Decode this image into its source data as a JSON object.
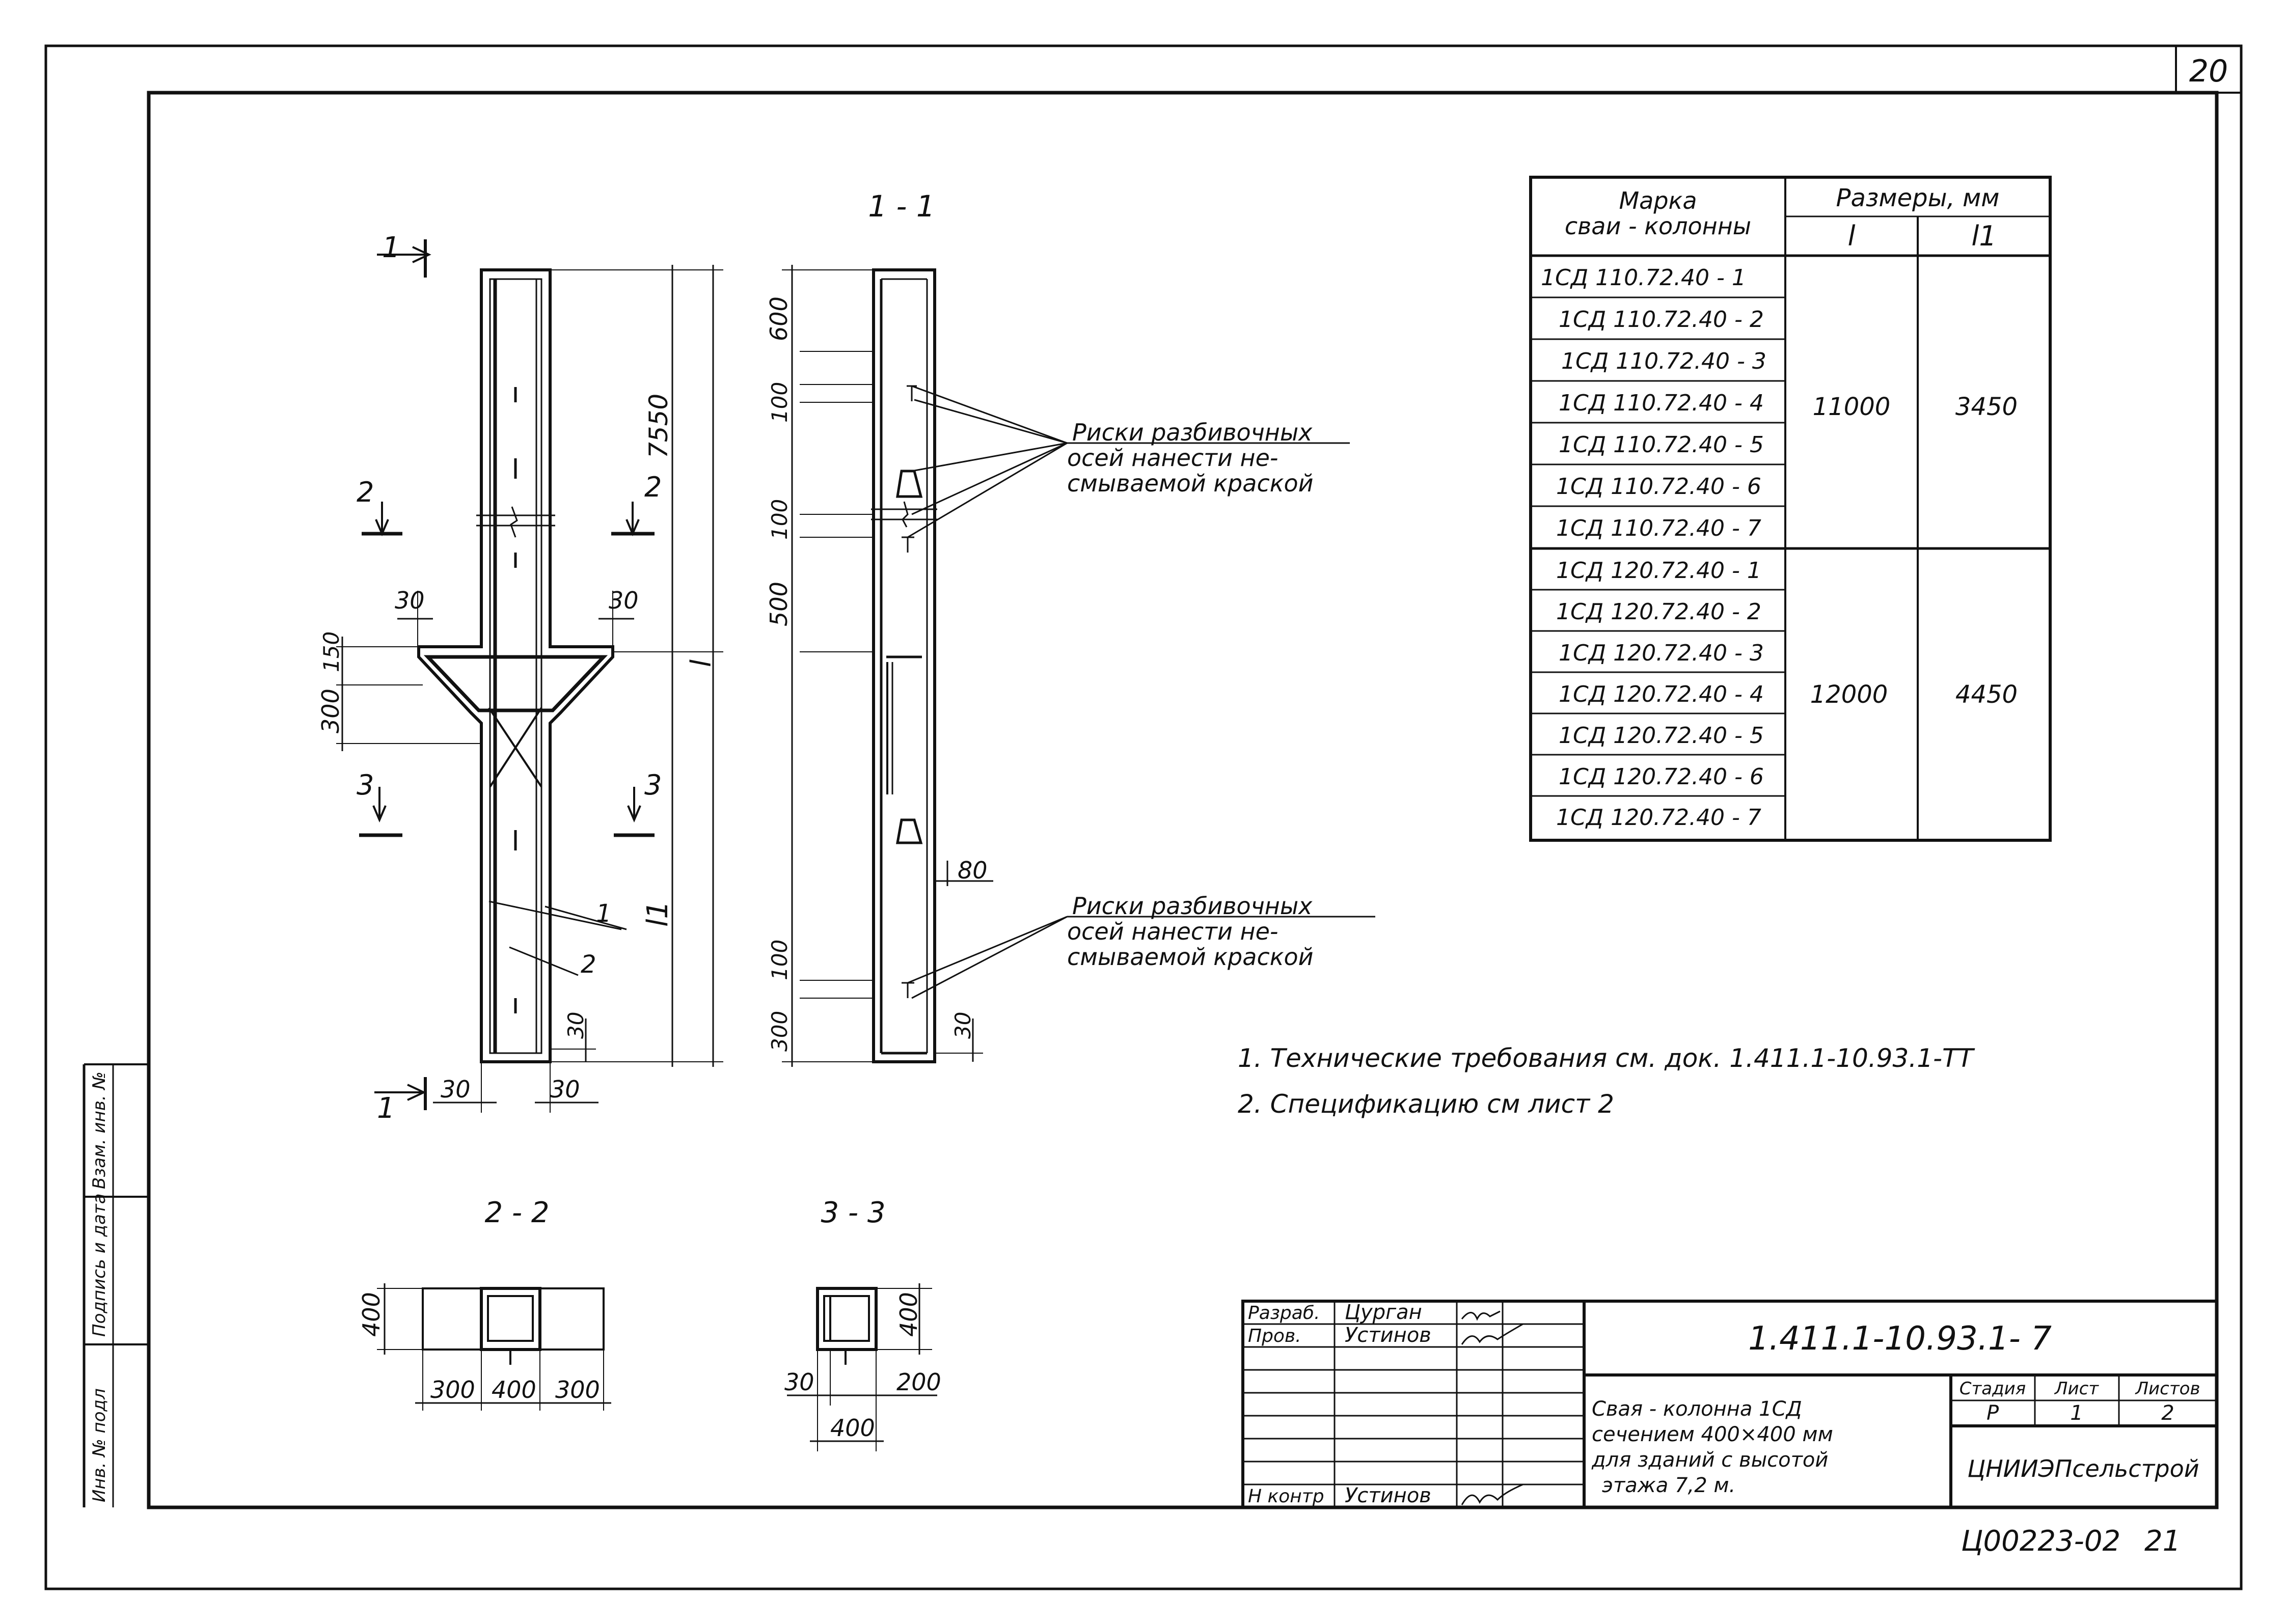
{
  "page_number": "20",
  "section_marks": {
    "cut_1": "1",
    "cut_2": "2",
    "cut_3": "3",
    "view_1_1": "1 - 1",
    "view_2_2": "2 - 2",
    "view_3_3": "3 - 3"
  },
  "elevation_dims": {
    "d_30_tl": "30",
    "d_30_tr": "30",
    "d_150": "150",
    "d_300": "300",
    "d_7550": "7550",
    "d_l": "l",
    "d_l1": "l1",
    "d_30_right": "30",
    "d_30_bl": "30",
    "d_30_br": "30",
    "callout_1": "1",
    "callout_2": "2"
  },
  "section_dims": {
    "d_600": "600",
    "d_100_a": "100",
    "d_100_b": "100",
    "d_500": "500",
    "d_100_c": "100",
    "d_300": "300",
    "d_80": "80",
    "d_30": "30"
  },
  "notes_markers": {
    "upper": [
      "Риски разбивочных",
      "осей нанести не-",
      "смываемой краской"
    ],
    "lower": [
      "Риски разбивочных",
      "осей нанести не-",
      "смываемой краской"
    ]
  },
  "cross_sections": {
    "s22": {
      "height": "400",
      "w1": "300",
      "w2": "400",
      "w3": "300"
    },
    "s33": {
      "height": "400",
      "left": "30",
      "right": "200",
      "width": "400"
    }
  },
  "table": {
    "headers": {
      "mark": [
        "Марка",
        "сваи - колонны"
      ],
      "sizes": "Размеры, мм",
      "l": "l",
      "l1": "l1"
    },
    "rows": [
      "1СД 110.72.40 - 1",
      "1СД 110.72.40 - 2",
      "1СД 110.72.40 - 3",
      "1СД 110.72.40 - 4",
      "1СД 110.72.40 - 5",
      "1СД 110.72.40 - 6",
      "1СД 110.72.40 - 7",
      "1СД 120.72.40 - 1",
      "1СД 120.72.40 - 2",
      "1СД 120.72.40 - 3",
      "1СД 120.72.40 - 4",
      "1СД 120.72.40 - 5",
      "1СД 120.72.40 - 6",
      "1СД 120.72.40 - 7"
    ],
    "group1": {
      "l": "11000",
      "l1": "3450"
    },
    "group2": {
      "l": "12000",
      "l1": "4450"
    }
  },
  "notes": [
    "1. Технические требования см. док. 1.411.1-10.93.1-ТТ",
    "2. Спецификацию см лист 2"
  ],
  "stamp": {
    "code": "1.411.1-10.93.1- 7",
    "rows": [
      {
        "role": "Разраб.",
        "name": "Цурган"
      },
      {
        "role": "Пров.",
        "name": "Устинов"
      },
      {
        "role": "Н контр",
        "name": "Устинов"
      }
    ],
    "title_lines": [
      "Свая - колонна 1СД",
      "сечением 400×400 мм",
      "для зданий с высотой",
      "этажа 7,2 м."
    ],
    "stage_header": "Стадия",
    "sheet_header": "Лист",
    "sheets_header": "Листов",
    "stage": "Р",
    "sheet": "1",
    "sheets": "2",
    "org": "ЦНИИЭПсельстрой"
  },
  "side_labels": [
    "Инв. № подл",
    "Подпись и дата",
    "Взам. инв. №"
  ],
  "footer": {
    "archive_code": "Ц00223-02",
    "number": "21"
  }
}
